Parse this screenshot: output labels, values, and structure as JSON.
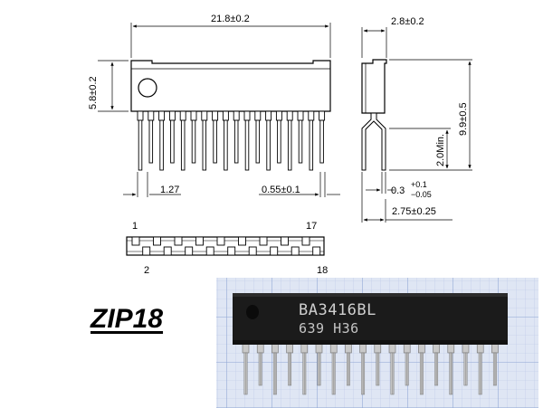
{
  "package": "ZIP18",
  "dimensions": {
    "body_length": "21.8±0.2",
    "body_height": "5.8±0.2",
    "pin_pitch": "1.27",
    "lead_width": "0.55±0.1",
    "body_thickness": "2.8±0.2",
    "total_height": "9.9±0.5",
    "lead_length_min": "2.0Min.",
    "lead_thickness_base": "0.3",
    "lead_thickness_tol_plus": "+0.1",
    "lead_thickness_tol_minus": "−0.05",
    "row_spacing": "2.75±0.25"
  },
  "pin_labels": {
    "top_left": "1",
    "top_right": "17",
    "bottom_left": "2",
    "bottom_right": "18"
  },
  "chip_marking": {
    "line1": "BA3416BL",
    "line2": "639 H36"
  },
  "colors": {
    "grid_paper": "#dfe6f4",
    "grid_line": "#9fb2d8",
    "chip_body": "#1b1b1b",
    "lead_metal": "#b9b9b9"
  }
}
